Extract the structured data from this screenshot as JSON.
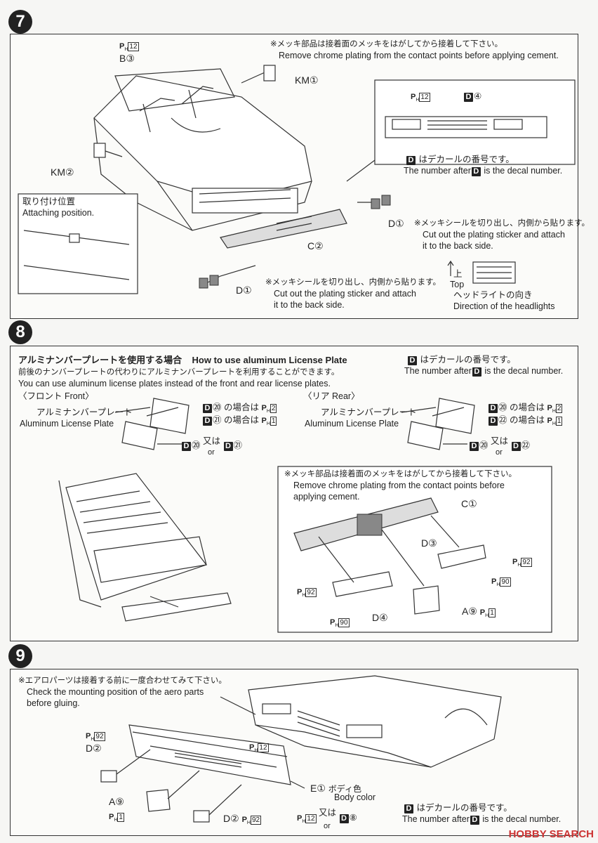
{
  "step7": {
    "number": "7",
    "note_jp": "※メッキ部品は接着面のメッキをはがしてから接着して下さい。",
    "note_en": "Remove chrome plating from the contact points before applying cement.",
    "ph12": "12",
    "b3": "B③",
    "km1": "KM①",
    "km2": "KM②",
    "inset_ph12": "12",
    "inset_d4": "④",
    "decal_jp": "はデカールの番号です。",
    "decal_en_pre": "The number after",
    "decal_en_post": "is the decal number.",
    "attach_jp": "取り付け位置",
    "attach_en": "Attaching position.",
    "c2": "C②",
    "d1_a": "D①",
    "d1_b": "D①",
    "sticker_jp_a": "※メッキシールを切り出し、内側から貼ります。",
    "sticker_en_a1": "Cut out the plating sticker and attach",
    "sticker_en_a2": "it to the back side.",
    "sticker_jp_b": "※メッキシールを切り出し、内側から貼ります。",
    "sticker_en_b1": "Cut out the plating sticker and attach",
    "sticker_en_b2": "it to the back side.",
    "top_jp": "上",
    "top_en": "Top",
    "headlight_jp": "ヘッドライトの向き",
    "headlight_en": "Direction of the headlights"
  },
  "step8": {
    "number": "8",
    "title_jp": "アルミナンバープレートを使用する場合",
    "title_en": "How to use aluminum License Plate",
    "decal_jp": "はデカールの番号です。",
    "decal_en_pre": "The number after",
    "decal_en_post": "is the decal number.",
    "desc_jp": "前後のナンバープレートの代わりにアルミナンバープレートを利用することができます。",
    "desc_en": "You can use aluminum license plates instead of the front and rear license plates.",
    "front_label": "〈フロント Front〉",
    "rear_label": "〈リア Rear〉",
    "plate_jp": "アルミナンバープレート",
    "plate_en": "Aluminum License Plate",
    "front_d20": "⑳",
    "front_d21": "㉑",
    "rear_d20": "⑳",
    "rear_d22": "㉒",
    "case_suffix": "の場合は",
    "ph2": "2",
    "ph1": "1",
    "or_jp": "又は",
    "or_en": "or",
    "note_jp": "※メッキ部品は接着面のメッキをはがしてから接着して下さい。",
    "note_en1": "Remove chrome plating from the contact points before",
    "note_en2": "applying cement.",
    "c1": "C①",
    "d3": "D③",
    "d4": "D④",
    "a9": "A⑨",
    "ph92a": "92",
    "ph90a": "90",
    "ph92b": "92",
    "ph90b": "90"
  },
  "step9": {
    "number": "9",
    "note_jp": "※エアロパーツは接着する前に一度合わせてみて下さい。",
    "note_en1": "Check the mounting position of the aero parts",
    "note_en2": "before gluing.",
    "ph92": "92",
    "d2_a": "D②",
    "ph12_a": "12",
    "a9": "A⑨",
    "ph1": "1",
    "d2_b": "D②",
    "ph92_b": "92",
    "ph12_b": "12",
    "or_jp": "又は",
    "or_en": "or",
    "d8": "⑧",
    "e1": "E①",
    "body_jp": "ボディ色",
    "body_en": "Body color",
    "decal_jp": "はデカールの番号です。",
    "decal_en_pre": "The number after",
    "decal_en_post": "is the decal number."
  },
  "decal_letter": "D",
  "ph_letter": "P",
  "ph_sub": "H",
  "watermark_brand": "HOBBY",
  "watermark_rest": " SEARCH"
}
